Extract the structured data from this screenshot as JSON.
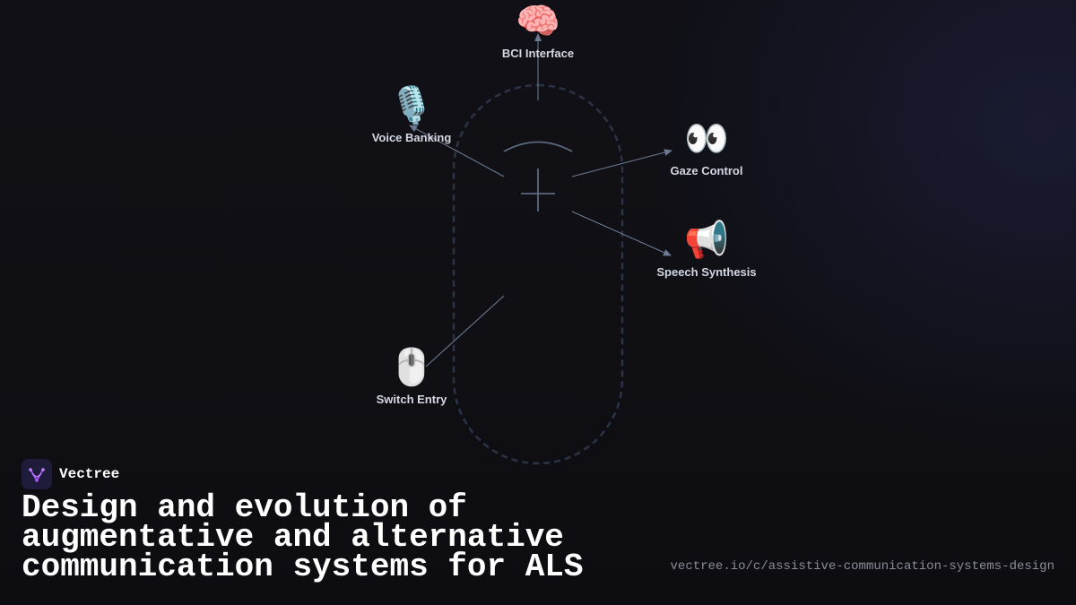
{
  "diagram": {
    "hub": {
      "name": "hub"
    },
    "nodes": [
      {
        "id": "bci",
        "label": "BCI Interface",
        "icon": "🧠",
        "icon_name": "brain-icon"
      },
      {
        "id": "voice",
        "label": "Voice Banking",
        "icon": "🎙️",
        "icon_name": "microphone-icon"
      },
      {
        "id": "gaze",
        "label": "Gaze Control",
        "icon": "👀",
        "icon_name": "eyes-icon"
      },
      {
        "id": "speech",
        "label": "Speech Synthesis",
        "icon": "📢",
        "icon_name": "megaphone-icon"
      },
      {
        "id": "switch",
        "label": "Switch Entry",
        "icon": "🖱️",
        "icon_name": "mouse-icon"
      }
    ],
    "connections": [
      {
        "from": "hub",
        "to": "bci",
        "arrow": true
      },
      {
        "from": "hub",
        "to": "voice",
        "arrow": true
      },
      {
        "from": "hub",
        "to": "gaze",
        "arrow": true
      },
      {
        "from": "hub",
        "to": "speech",
        "arrow": true
      },
      {
        "from": "hub",
        "to": "switch",
        "arrow": false
      }
    ],
    "colors": {
      "connector": "#6b7a90",
      "outline": "#2b3447",
      "hub_mark": "#5b6a80"
    }
  },
  "brand": {
    "name": "Vectree",
    "logo_icon": "vectree-logo-icon",
    "logo_color": "#a855f7"
  },
  "title": "Design and evolution of augmentative and alternative communication systems for ALS",
  "source_url": "vectree.io/c/assistive-communication-systems-design",
  "colors": {
    "background": "#0f0f14",
    "title": "#ffffff",
    "label": "#d4d7e2",
    "url": "#8a8d98"
  }
}
